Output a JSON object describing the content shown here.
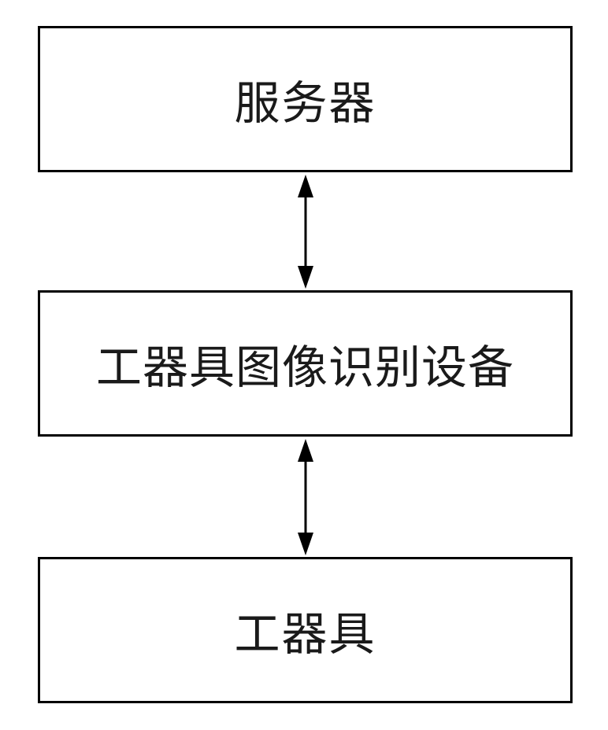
{
  "diagram": {
    "nodes": [
      {
        "id": "server",
        "label": "服务器"
      },
      {
        "id": "device",
        "label": "工器具图像识别设备"
      },
      {
        "id": "tool",
        "label": "工器具"
      }
    ],
    "edges": [
      {
        "from": "server",
        "to": "device",
        "direction": "bidirectional"
      },
      {
        "from": "device",
        "to": "tool",
        "direction": "bidirectional"
      }
    ],
    "colors": {
      "stroke": "#000000",
      "background": "#ffffff",
      "text": "#1a1a1a"
    }
  }
}
